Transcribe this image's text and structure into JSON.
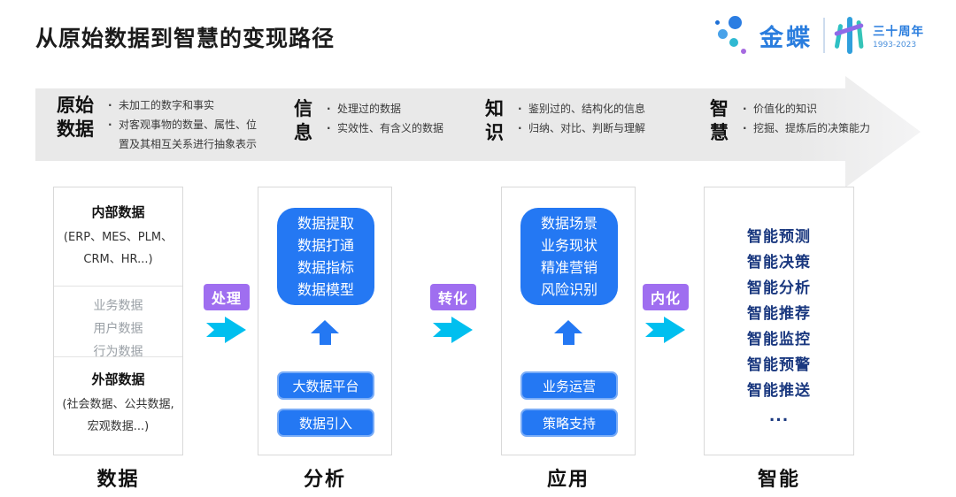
{
  "page": {
    "title": "从原始数据到智慧的变现路径"
  },
  "logo": {
    "brand": "金蝶",
    "anniversary": "三十周年",
    "years": "1993-2023"
  },
  "banner": {
    "stages": [
      {
        "title": "原始\n数据",
        "bullets": [
          "未加工的数字和事实",
          "对客观事物的数量、属性、位置及其相互关系进行抽象表示"
        ]
      },
      {
        "title": "信\n息",
        "bullets": [
          "处理过的数据",
          "实效性、有含义的数据"
        ]
      },
      {
        "title": "知\n识",
        "bullets": [
          "鉴别过的、结构化的信息",
          "归纳、对比、判断与理解"
        ]
      },
      {
        "title": "智\n慧",
        "bullets": [
          "价值化的知识",
          "挖掘、提炼后的决策能力"
        ]
      }
    ]
  },
  "flow": {
    "connectors": [
      {
        "label": "处理"
      },
      {
        "label": "转化"
      },
      {
        "label": "内化"
      }
    ]
  },
  "columns": [
    {
      "footer": "数据",
      "sections": [
        {
          "heading": "内部数据",
          "body": "(ERP、MES、PLM、\nCRM、HR...)"
        },
        {
          "items": [
            "业务数据",
            "用户数据",
            "行为数据"
          ]
        },
        {
          "heading": "外部数据",
          "body": "(社会数据、公共数据,\n宏观数据...)"
        }
      ]
    },
    {
      "footer": "分析",
      "box_lines": "数据提取\n数据打通\n数据指标\n数据模型",
      "buttons": [
        "大数据平台",
        "数据引入"
      ]
    },
    {
      "footer": "应用",
      "box_lines": "数据场景\n业务现状\n精准营销\n风险识别",
      "buttons": [
        "业务运营",
        "策略支持"
      ]
    },
    {
      "footer": "智能",
      "items": [
        "智能预测",
        "智能决策",
        "智能分析",
        "智能推荐",
        "智能监控",
        "智能预警",
        "智能推送",
        "..."
      ]
    }
  ],
  "appearance": {
    "accent_blue": "#2478f3",
    "navy_text": "#1a387f",
    "connector_purple": "#9f6ef0",
    "arrow_cyan": "#00bfef",
    "banner_gray": "#e9e9e9",
    "brand_blue": "#2a7dde"
  }
}
